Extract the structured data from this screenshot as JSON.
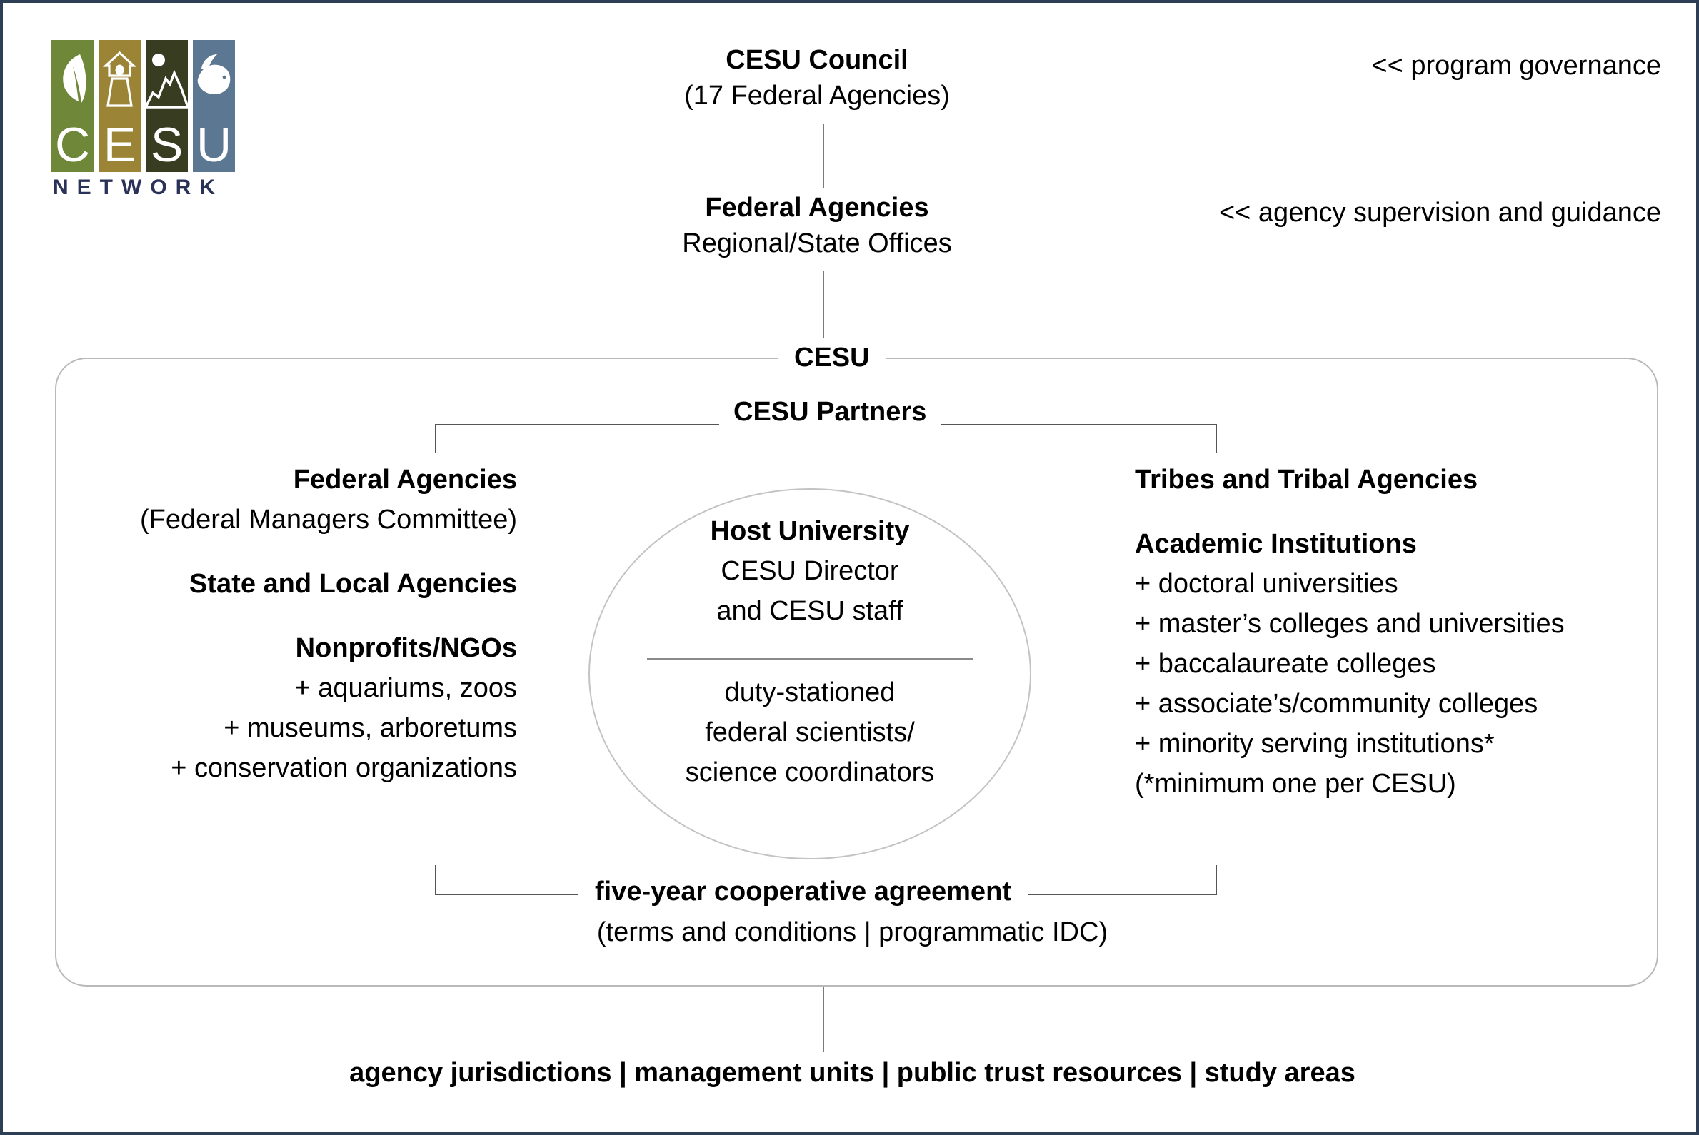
{
  "logo": {
    "letters": [
      "C",
      "E",
      "S",
      "U"
    ],
    "wordmark": "NETWORK",
    "icons": [
      "leaf-icon",
      "lighthouse-icon",
      "mountain-sun-icon",
      "fish-icon"
    ],
    "colors": {
      "panel_leaf": "#6e8738",
      "panel_lighthouse": "#9b8435",
      "panel_mountain": "#383d22",
      "panel_fish": "#5c7791",
      "wordmark": "#2b3257"
    }
  },
  "top": {
    "council_title": "CESU Council",
    "council_sub": "(17 Federal Agencies)",
    "federal_agencies_title": "Federal Agencies",
    "federal_agencies_sub": "Regional/State Offices"
  },
  "annotations": {
    "governance": "<< program governance",
    "supervision": "<< agency supervision and guidance"
  },
  "cesu": {
    "box_label": "CESU",
    "partners_label": "CESU Partners"
  },
  "left_column": {
    "groups": [
      {
        "heading": "Federal Agencies",
        "lines": [
          "(Federal Managers Committee)"
        ]
      },
      {
        "heading": "State and Local Agencies",
        "lines": []
      },
      {
        "heading": "Nonprofits/NGOs",
        "lines": [
          "+ aquariums, zoos",
          "+ museums, arboretums",
          "+ conservation organizations"
        ]
      }
    ]
  },
  "center": {
    "heading": "Host University",
    "lines_top": [
      "CESU Director",
      "and CESU staff"
    ],
    "lines_bottom": [
      "duty-stationed",
      "federal scientists/",
      "science coordinators"
    ]
  },
  "right_column": {
    "groups": [
      {
        "heading": "Tribes and Tribal Agencies",
        "lines": []
      },
      {
        "heading": "Academic Institutions",
        "lines": [
          "+ doctoral universities",
          "+ master’s colleges and universities",
          "+ baccalaureate colleges",
          "+ associate’s/community colleges",
          "+ minority serving institutions*",
          "   (*minimum one per CESU)"
        ]
      }
    ]
  },
  "agreement": {
    "label": "five-year cooperative agreement",
    "sub": "(terms and conditions | programmatic IDC)"
  },
  "footer": {
    "line": "agency jurisdictions | management units | public trust resources | study areas"
  }
}
